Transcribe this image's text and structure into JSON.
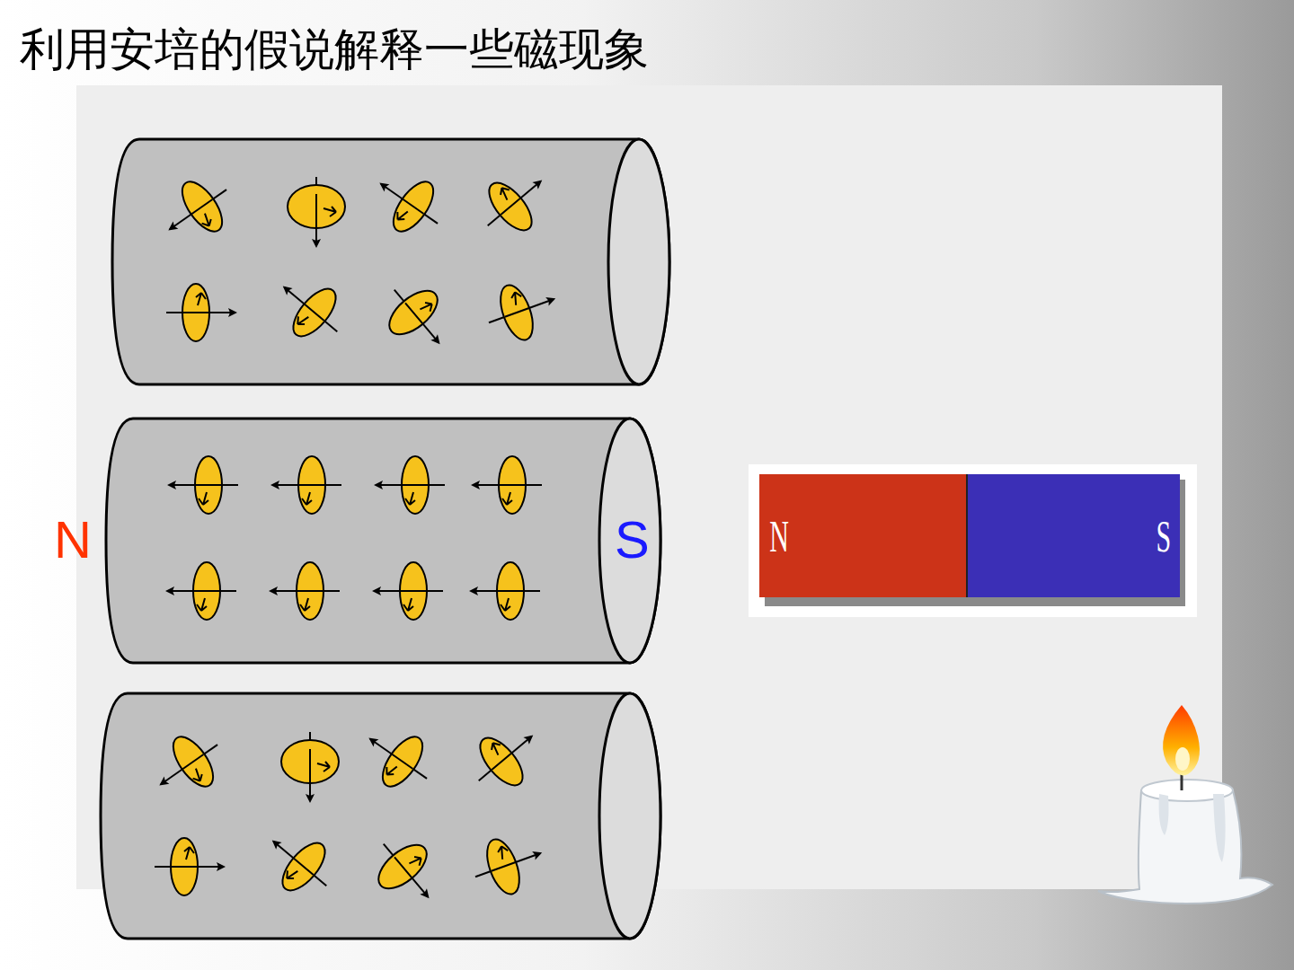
{
  "diagram": {
    "title": "利用安培的假说解释一些磁现象",
    "nodes": [
      {
        "text": [
          "N"
        ]
      },
      {
        "text": [
          "S"
        ]
      }
    ],
    "labels": [
      "N",
      "S"
    ]
  }
}
